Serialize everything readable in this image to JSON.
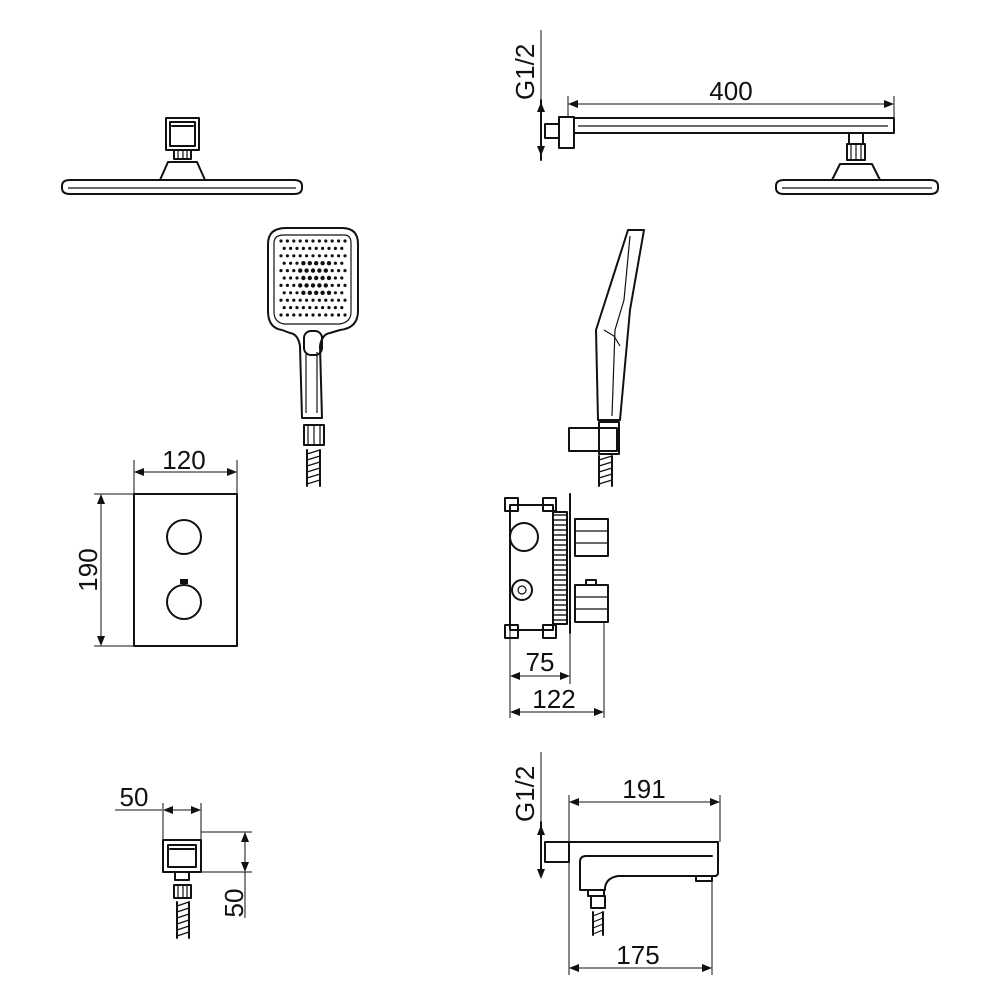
{
  "dimensions": {
    "arm_thread": "G1/2",
    "arm_length": "400",
    "panel_width": "120",
    "panel_height": "190",
    "valve_depth_inner": "75",
    "valve_depth_total": "122",
    "elbow_width": "50",
    "elbow_height": "50",
    "spout_thread": "G1/2",
    "spout_length": "191",
    "spout_projection": "175"
  }
}
